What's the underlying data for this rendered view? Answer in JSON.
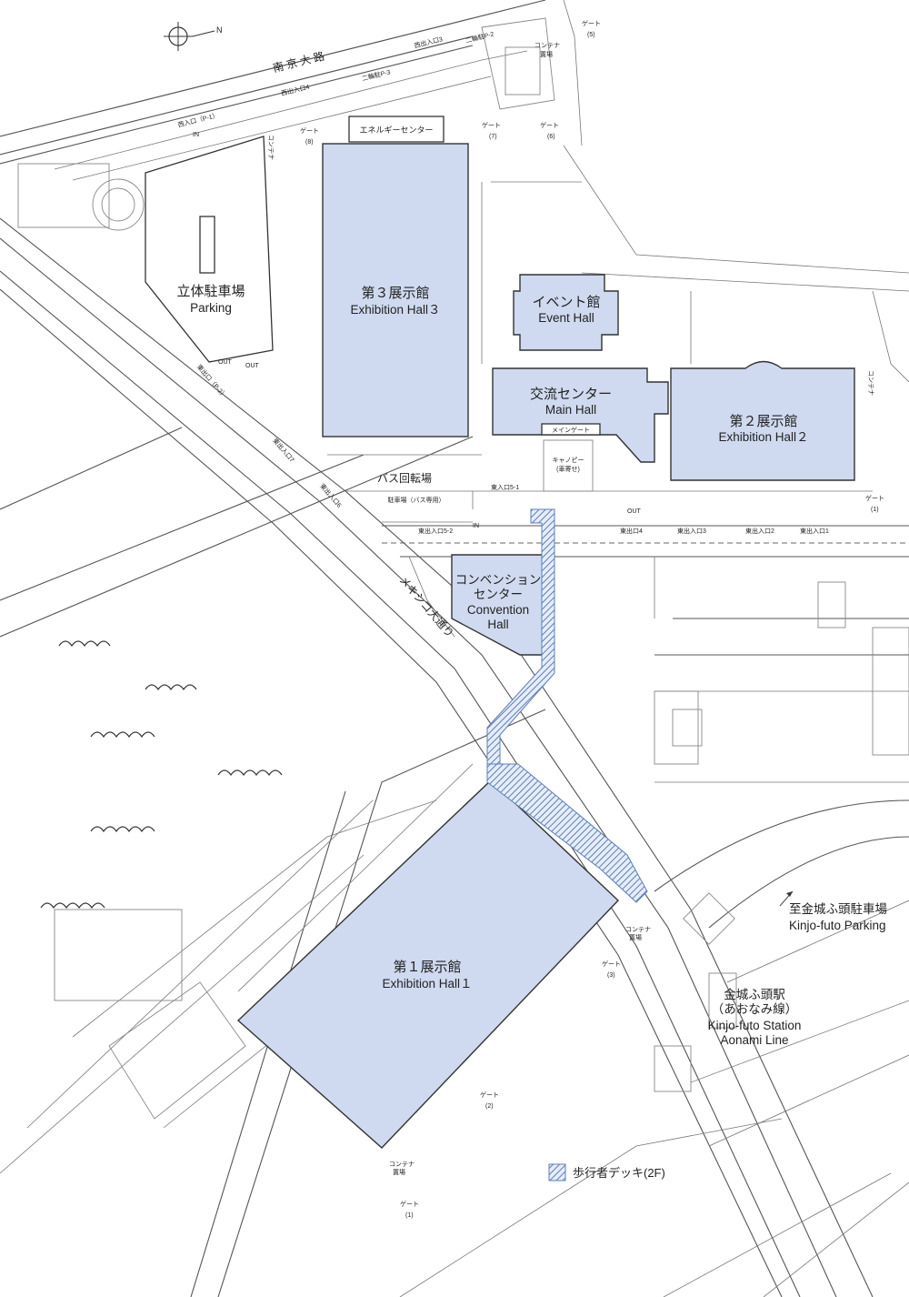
{
  "map": {
    "halls": {
      "hall1": {
        "ja": "第１展示館",
        "en": "Exhibition Hall１"
      },
      "hall2": {
        "ja": "第２展示館",
        "en": "Exhibition Hall２"
      },
      "hall3": {
        "ja": "第３展示館",
        "en": "Exhibition Hall３"
      },
      "event": {
        "ja": "イベント館",
        "en": "Event Hall"
      },
      "main": {
        "ja": "交流センター",
        "en": "Main Hall"
      },
      "convention": {
        "ja1": "コンベンション",
        "ja2": "センター",
        "en1": "Convention",
        "en2": "Hall"
      },
      "parking": {
        "ja": "立体駐車場",
        "en": "Parking"
      }
    },
    "labels": {
      "nankin_road": "南 京 大 路",
      "mexico_road": "メキシコ大通り",
      "bus_rotary": "バス回転場",
      "bus_parking": "駐車場（バス専用）",
      "energy_center": "エネルギーセンター",
      "main_gate": "メインゲート",
      "canopy": "キャノピー",
      "canopy_sub": "(車寄せ)",
      "container": "コンテナ",
      "container2": "置場",
      "kinjo_parking_ja": "至金城ふ頭駐車場",
      "kinjo_parking_en": "Kinjo-futo Parking",
      "station_ja": "金城ふ頭駅",
      "station_ja2": "（あおなみ線）",
      "station_en1": "Kinjo-futo Station",
      "station_en2": "Aonami Line",
      "legend": "歩行者デッキ(2F)",
      "north": "N",
      "in_label": "IN",
      "out_label": "OUT"
    },
    "entrances": {
      "west1": "西入口（P-1）",
      "west3": "西出入口3",
      "west4": "西出入口4",
      "east_p2": "東出口（P-2）",
      "east6": "東出入口6",
      "east7": "東出入口7",
      "east51": "東入口5-1",
      "east52": "東出入口5-2",
      "east4": "東出口4",
      "east3": "東出入口3",
      "east2": "東出入口2",
      "east1": "東出入口1",
      "lot2": "二輪駐P-2",
      "lot3": "二輪駐P-3"
    },
    "gates": {
      "gate": "ゲート",
      "g1": "(1)",
      "g2": "(2)",
      "g3": "(3)",
      "g5": "(5)",
      "g6": "(6)",
      "g7": "(7)",
      "g8": "(8)"
    },
    "colors": {
      "hall_fill": "#cfdaf0",
      "deck_stripe": "#5b7fb8"
    }
  }
}
